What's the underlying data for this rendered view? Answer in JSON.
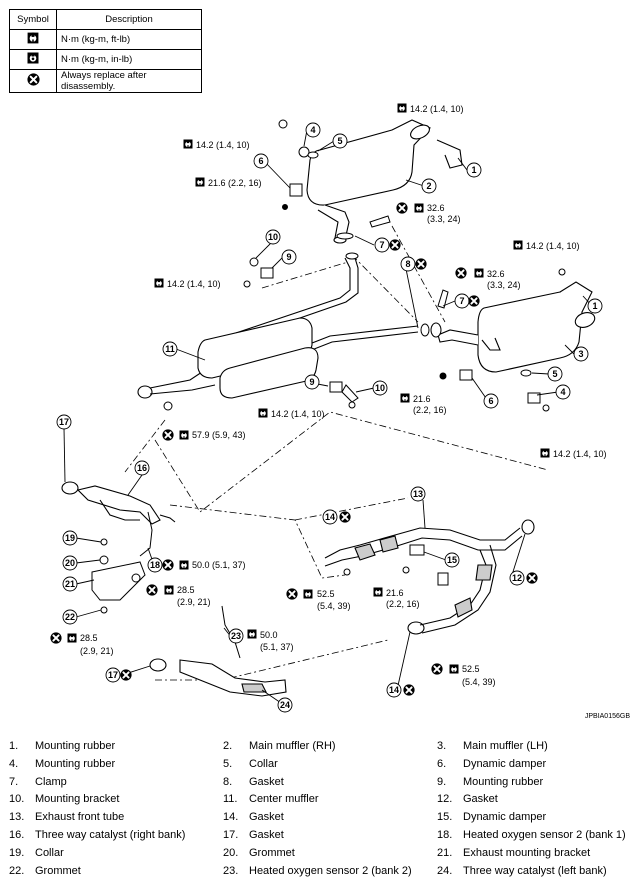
{
  "legend": {
    "headers": {
      "symbol": "Symbol",
      "description": "Description"
    },
    "rows": [
      {
        "icon": "wrench-torque-icon",
        "text": "N·m (kg-m, ft-lb)"
      },
      {
        "icon": "wrench-torque-small-icon",
        "text": "N·m (kg-m, in-lb)"
      },
      {
        "icon": "always-replace-icon",
        "text": "Always replace after disassembly."
      }
    ]
  },
  "diagram": {
    "figure_code": "JPBIA0156GB",
    "torques": {
      "t1": "14.2 (1.4, 10)",
      "t2": "14.2 (1.4, 10)",
      "t3": "21.6 (2.2, 16)",
      "t4a": "32.6",
      "t4b": "(3.3, 24)",
      "t5": "14.2 (1.4, 10)",
      "t6": "14.2 (1.4, 10)",
      "t7a": "32.6",
      "t7b": "(3.3, 24)",
      "t8a": "21.6",
      "t8b": "(2.2, 16)",
      "t9": "14.2 (1.4, 10)",
      "t10": "14.2 (1.4, 10)",
      "t11": "57.9 (5.9, 43)",
      "t12": "50.0 (5.1, 37)",
      "t13a": "28.5",
      "t13b": "(2.9, 21)",
      "t14a": "28.5",
      "t14b": "(2.9, 21)",
      "t15a": "52.5",
      "t15b": "(5.4, 39)",
      "t16a": "21.6",
      "t16b": "(2.2, 16)",
      "t17a": "50.0",
      "t17b": "(5.1, 37)",
      "t18a": "52.5",
      "t18b": "(5.4, 39)"
    },
    "callouts": {
      "n1": "1",
      "n1b": "1",
      "n2": "2",
      "n3": "3",
      "n4": "4",
      "n4b": "4",
      "n5": "5",
      "n5b": "5",
      "n6": "6",
      "n6b": "6",
      "n7": "7",
      "n7b": "7",
      "n8": "8",
      "n9": "9",
      "n9b": "9",
      "n10": "10",
      "n10b": "10",
      "n11": "11",
      "n12": "12",
      "n13": "13",
      "n14": "14",
      "n14b": "14",
      "n15": "15",
      "n16": "16",
      "n17": "17",
      "n17b": "17",
      "n18": "18",
      "n19": "19",
      "n20": "20",
      "n21": "21",
      "n22": "22",
      "n23": "23",
      "n24": "24"
    }
  },
  "parts": [
    [
      {
        "num": "1.",
        "name": "Mounting rubber"
      },
      {
        "num": "2.",
        "name": "Main muffler (RH)"
      },
      {
        "num": "3.",
        "name": "Main muffler (LH)"
      }
    ],
    [
      {
        "num": "4.",
        "name": "Mounting rubber"
      },
      {
        "num": "5.",
        "name": "Collar"
      },
      {
        "num": "6.",
        "name": "Dynamic damper"
      }
    ],
    [
      {
        "num": "7.",
        "name": "Clamp"
      },
      {
        "num": "8.",
        "name": "Gasket"
      },
      {
        "num": "9.",
        "name": "Mounting rubber"
      }
    ],
    [
      {
        "num": "10.",
        "name": "Mounting bracket"
      },
      {
        "num": "11.",
        "name": "Center muffler"
      },
      {
        "num": "12.",
        "name": "Gasket"
      }
    ],
    [
      {
        "num": "13.",
        "name": "Exhaust front tube"
      },
      {
        "num": "14.",
        "name": "Gasket"
      },
      {
        "num": "15.",
        "name": "Dynamic damper"
      }
    ],
    [
      {
        "num": "16.",
        "name": "Three way catalyst (right bank)"
      },
      {
        "num": "17.",
        "name": "Gasket"
      },
      {
        "num": "18.",
        "name": "Heated oxygen sensor 2 (bank 1)"
      }
    ],
    [
      {
        "num": "19.",
        "name": "Collar"
      },
      {
        "num": "20.",
        "name": "Grommet"
      },
      {
        "num": "21.",
        "name": "Exhaust mounting bracket"
      }
    ],
    [
      {
        "num": "22.",
        "name": "Grommet"
      },
      {
        "num": "23.",
        "name": "Heated oxygen sensor 2 (bank 2)"
      },
      {
        "num": "24.",
        "name": "Three way catalyst (left bank)"
      }
    ]
  ]
}
